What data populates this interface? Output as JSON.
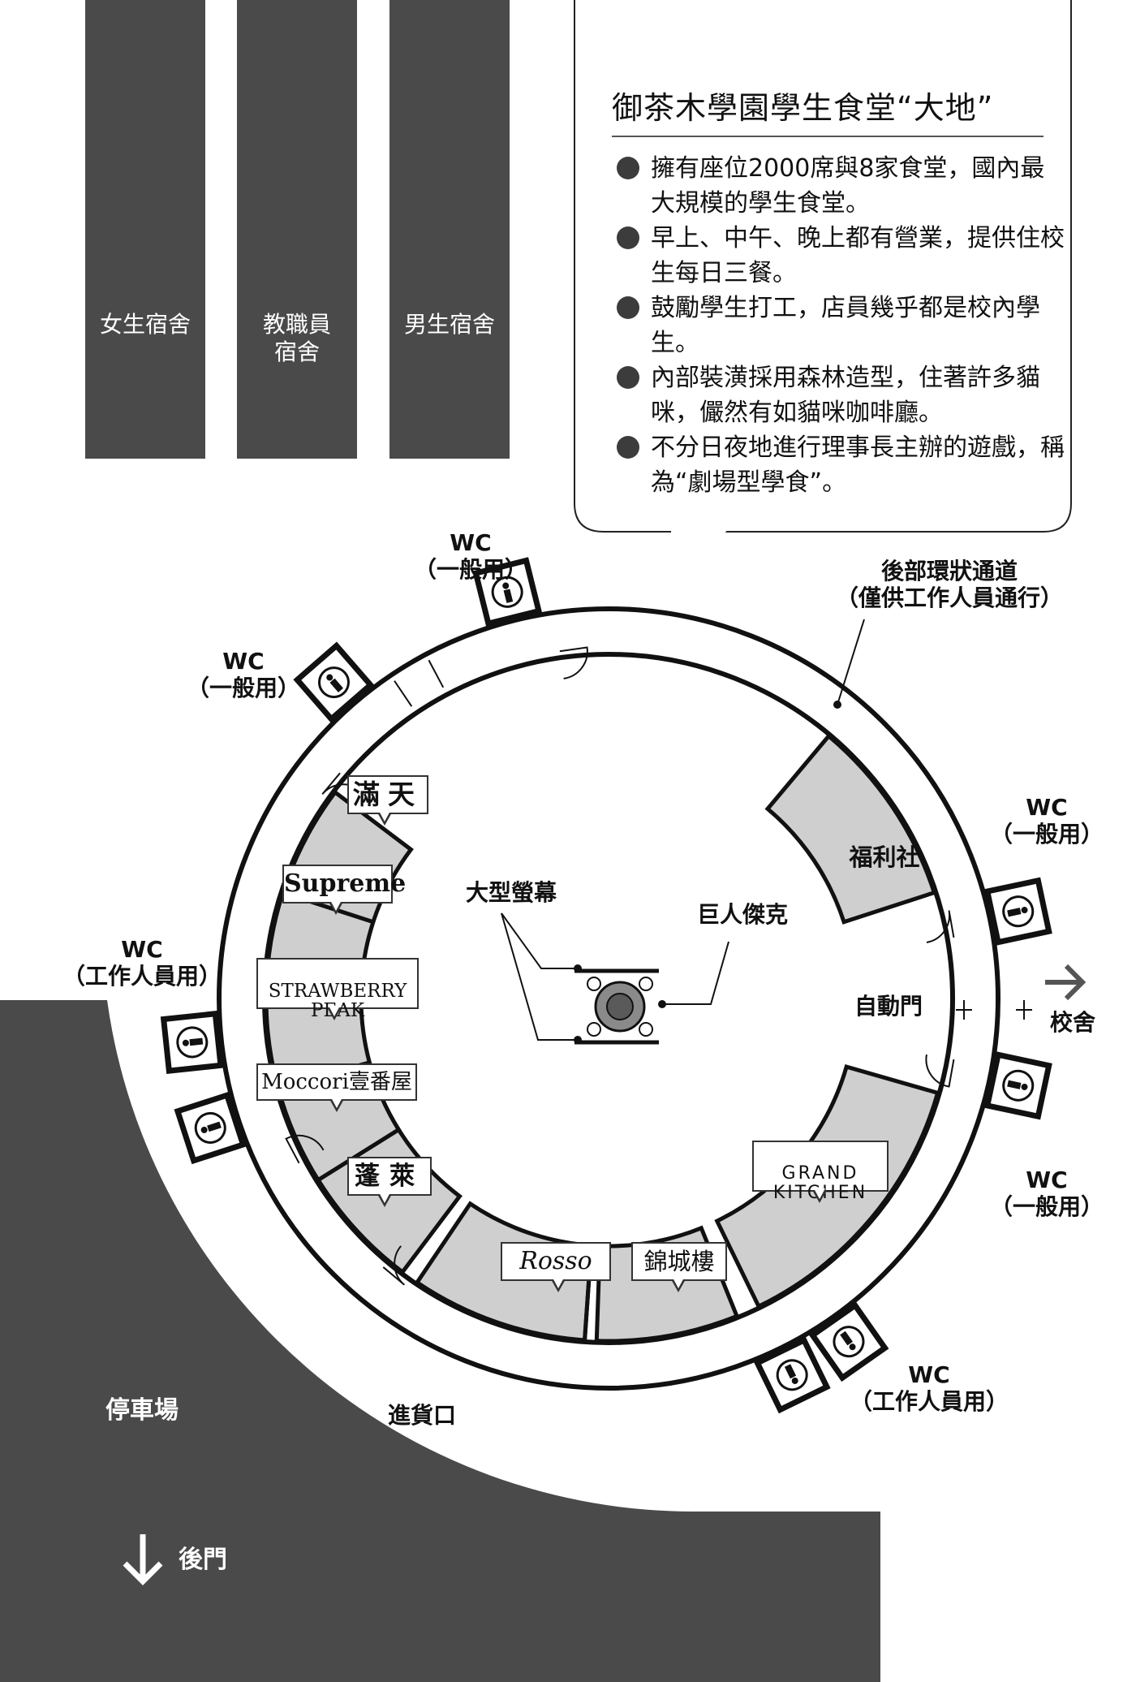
{
  "buildings": [
    {
      "name": "女生宿舍"
    },
    {
      "name": "教職員\n宿舍"
    },
    {
      "name": "男生宿舍"
    }
  ],
  "info": {
    "title": "御茶木學園學生食堂“大地”",
    "items": [
      "擁有座位2000席與8家食堂，國內最大規模的學生食堂。",
      "早上、中午、晚上都有營業，提供住校生每日三餐。",
      "鼓勵學生打工，店員幾乎都是校內學生。",
      "內部裝潢採用森林造型，住著許多貓咪，儼然有如貓咪咖啡廳。",
      "不分日夜地進行理事長主辦的遊戲，稱為“劇場型學食”。"
    ]
  },
  "labels": {
    "wc_top": "WC\n（一般用）",
    "wc_upper_left": "WC\n（一般用）",
    "wc_right_upper": "WC\n（一般用）",
    "wc_right_lower": "WC\n（一般用）",
    "wc_left_staff": "WC\n（工作人員用）",
    "wc_bottom_staff": "WC\n（工作人員用）",
    "back_corridor": "後部環狀通道\n（僅供工作人員通行）",
    "big_screen": "大型螢幕",
    "giant_jack": "巨人傑克",
    "auto_door": "自動門",
    "school_building": "校舍",
    "loading_dock": "進貨口",
    "parking": "停車場",
    "back_gate": "後門",
    "store_right": "福利社"
  },
  "shops": {
    "mantian": "滿天",
    "supreme": "Supreme",
    "strawberry": "STRAWBERRY\nPEAK",
    "moccori": "Moccori壹番屋",
    "penglai": "蓬萊",
    "rosso": "Rosso",
    "jincheng": "錦城樓",
    "grand": "GRAND\nKITCHEN"
  },
  "colors": {
    "dark": "#4a4a4a",
    "shop_fill": "#cfcfcf",
    "line": "#111111"
  },
  "icons": [
    "toilet-icon",
    "door-icon",
    "arrow-right-icon",
    "arrow-down-icon",
    "giant-statue-icon"
  ]
}
